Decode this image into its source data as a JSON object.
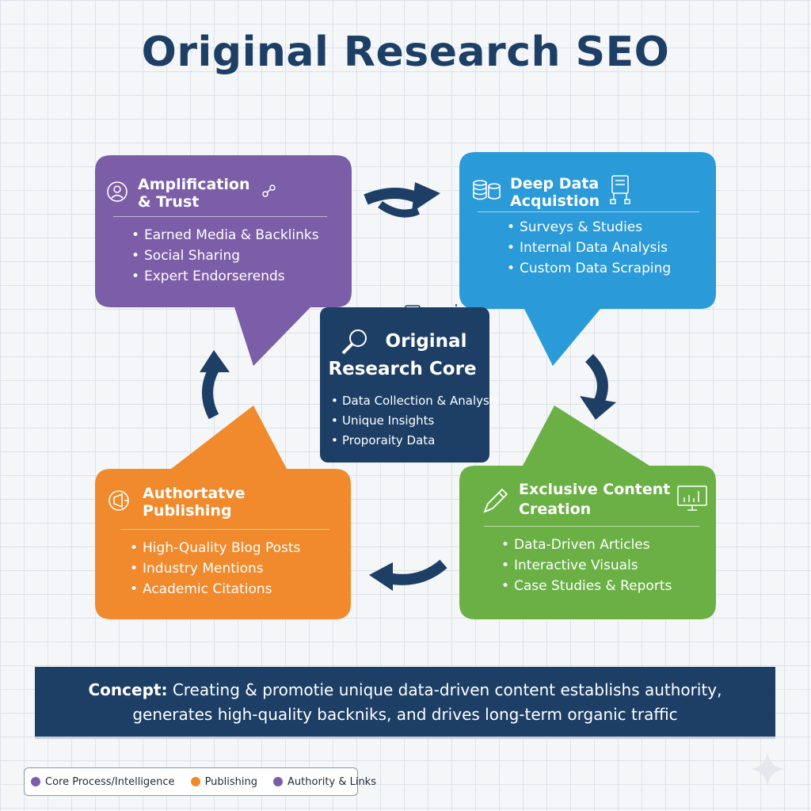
{
  "title": "Original Research SEO",
  "colors": {
    "purple": "#7b5ea7",
    "blue": "#2b9ad9",
    "orange": "#f08a2c",
    "green": "#6ab045",
    "navy": "#1d3f66"
  },
  "cards": {
    "amplification": {
      "title": "Amplification & Trust",
      "icon": "user-network-icon",
      "items": [
        "Earned Media & Backlinks",
        "Social Sharing",
        "Expert Endorserends"
      ]
    },
    "acquisition": {
      "title": "Deep Data Acquistion",
      "icon": "database-icon",
      "items": [
        "Surveys & Studies",
        "Internal Data Analysis",
        "Custom Data Scraping"
      ]
    },
    "publishing": {
      "title": "Authortatve Publishing",
      "icon": "megaphone-icon",
      "items": [
        "High-Quality Blog Posts",
        "Industry Mentions",
        "Academic Citations"
      ]
    },
    "creation": {
      "title_line1": "Exclusive Content",
      "title_line2": "Creation",
      "icon": "pencil-icon",
      "items": [
        "Data-Driven Articles",
        "Interactive Visuals",
        "Case Studies & Reports"
      ]
    }
  },
  "core": {
    "title_line1": "Original",
    "title_line2": "Research Core",
    "icon": "magnifier-icon",
    "items": [
      "Data Collection & Analysis",
      "Unique Insights",
      "Proporaity Data"
    ]
  },
  "concept": {
    "label": "Concept:",
    "line1": "Creating & promotie unique data-driven content establishs authority,",
    "line2": "generates high-quality backniks, and drives long-term organic traffic"
  },
  "legend": [
    {
      "label": "Core Process/Intelligence",
      "color": "#7b5ea7"
    },
    {
      "label": "Publishing",
      "color": "#f08a2c"
    },
    {
      "label": "Authority & Links",
      "color": "#7b5ea7"
    }
  ]
}
